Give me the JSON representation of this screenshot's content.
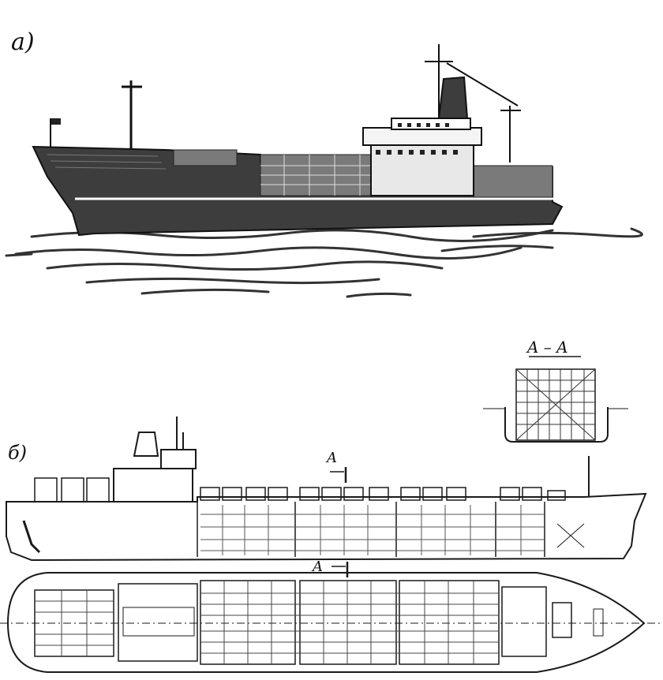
{
  "figure": {
    "label_a": "a)",
    "label_b": "б)",
    "section_title": "A – A",
    "cut_marker_top": "A",
    "cut_marker_bottom": "A"
  },
  "colors": {
    "ink": "#1a1a1a",
    "hull": "#3d3d3d",
    "paper": "#ffffff"
  }
}
